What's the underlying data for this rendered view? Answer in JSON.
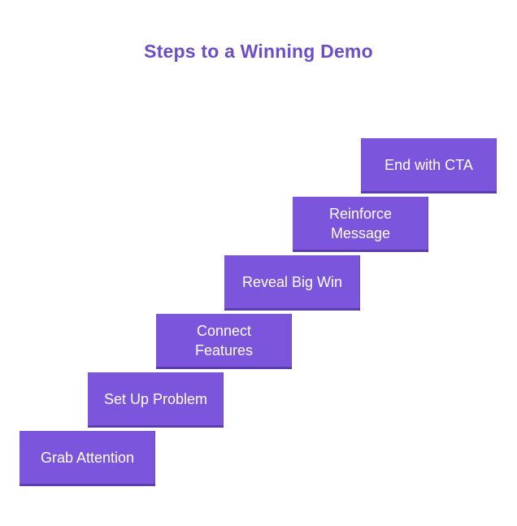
{
  "title": "Steps to a Winning Demo",
  "colors": {
    "step_fill": "#7B55DB",
    "step_edge_dark": "#5E40AE",
    "title_text": "#6C4EC9",
    "step_label_text": "#FFFFFF",
    "background": "#FFFFFF"
  },
  "chart_data": {
    "type": "diagram",
    "subtype": "ascending-staircase-steps",
    "title": "Steps to a Winning Demo",
    "step_order": "bottom-left to top-right",
    "steps": [
      {
        "index": 1,
        "label": "Grab Attention"
      },
      {
        "index": 2,
        "label": "Set Up Problem"
      },
      {
        "index": 3,
        "label": "Connect\nFeatures"
      },
      {
        "index": 4,
        "label": "Reveal Big Win"
      },
      {
        "index": 5,
        "label": "Reinforce\nMessage"
      },
      {
        "index": 6,
        "label": "End with CTA"
      }
    ]
  }
}
